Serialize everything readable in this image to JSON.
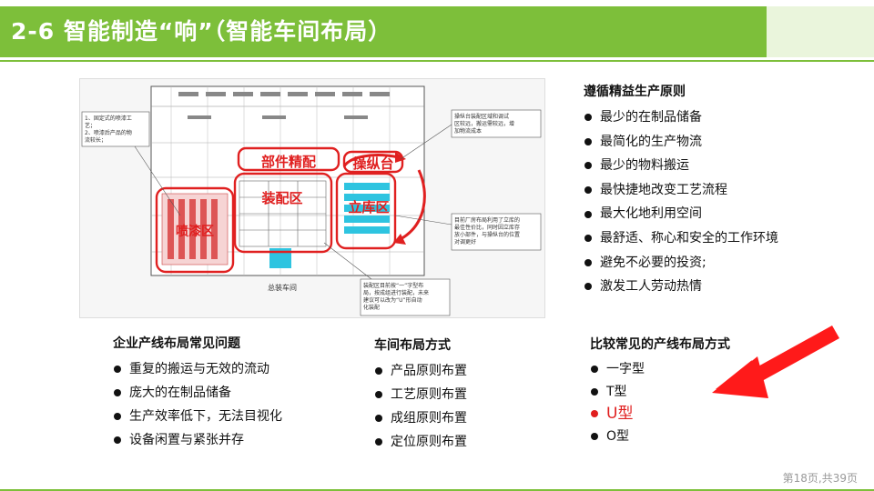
{
  "header": {
    "title": "2-6 智能制造“响”（智能车间布局）",
    "accent_color": "#7dbf3a"
  },
  "diagram": {
    "zone_labels": {
      "parts": "部件精配",
      "console": "操纵台",
      "assembly": "装配区",
      "warehouse": "立库区",
      "painting": "喷漆区"
    },
    "bottom_label": "总装车间",
    "notes": {
      "note1": [
        "1、固定式的喷漆工",
        "艺；",
        "2、喷漆后产品的物",
        "流较长；"
      ],
      "note2": [
        "操纵台装配区域和调试",
        "区较远，搬运需较远，增",
        "加物流成本"
      ],
      "note3": [
        "目前厂房布局利用了立库的",
        "最佳性价比，同时因立库存",
        "放小部件，与操纵台的位置",
        "对调更好"
      ],
      "note4": [
        "装配区目前按“一”字型布",
        "局，按成组进行装配，未来",
        "建议可以改为“U”形自动",
        "化装配"
      ]
    }
  },
  "principles": {
    "title": "遵循精益生产原则",
    "items": [
      "最少的在制品储备",
      "最简化的生产物流",
      "最少的物料搬运",
      "最快捷地改变工艺流程",
      "最大化地利用空间",
      "最舒适、称心和安全的工作环境",
      "避免不必要的投资;",
      "激发工人劳动热情"
    ]
  },
  "problems": {
    "title": "企业产线布局常见问题",
    "items": [
      "重复的搬运与无效的流动",
      "庞大的在制品储备",
      "生产效率低下，无法目视化",
      "设备闲置与紧张并存"
    ]
  },
  "workshop": {
    "title": "车间布局方式",
    "items": [
      "产品原则布置",
      "工艺原则布置",
      "成组原则布置",
      "定位原则布置"
    ]
  },
  "lines": {
    "title": "比较常见的产线布局方式",
    "items": [
      " 一字型",
      "T型",
      "U型",
      "O型"
    ],
    "highlight_color": "#e01e1e"
  },
  "footer": {
    "page_number": "第18页,共39页"
  }
}
